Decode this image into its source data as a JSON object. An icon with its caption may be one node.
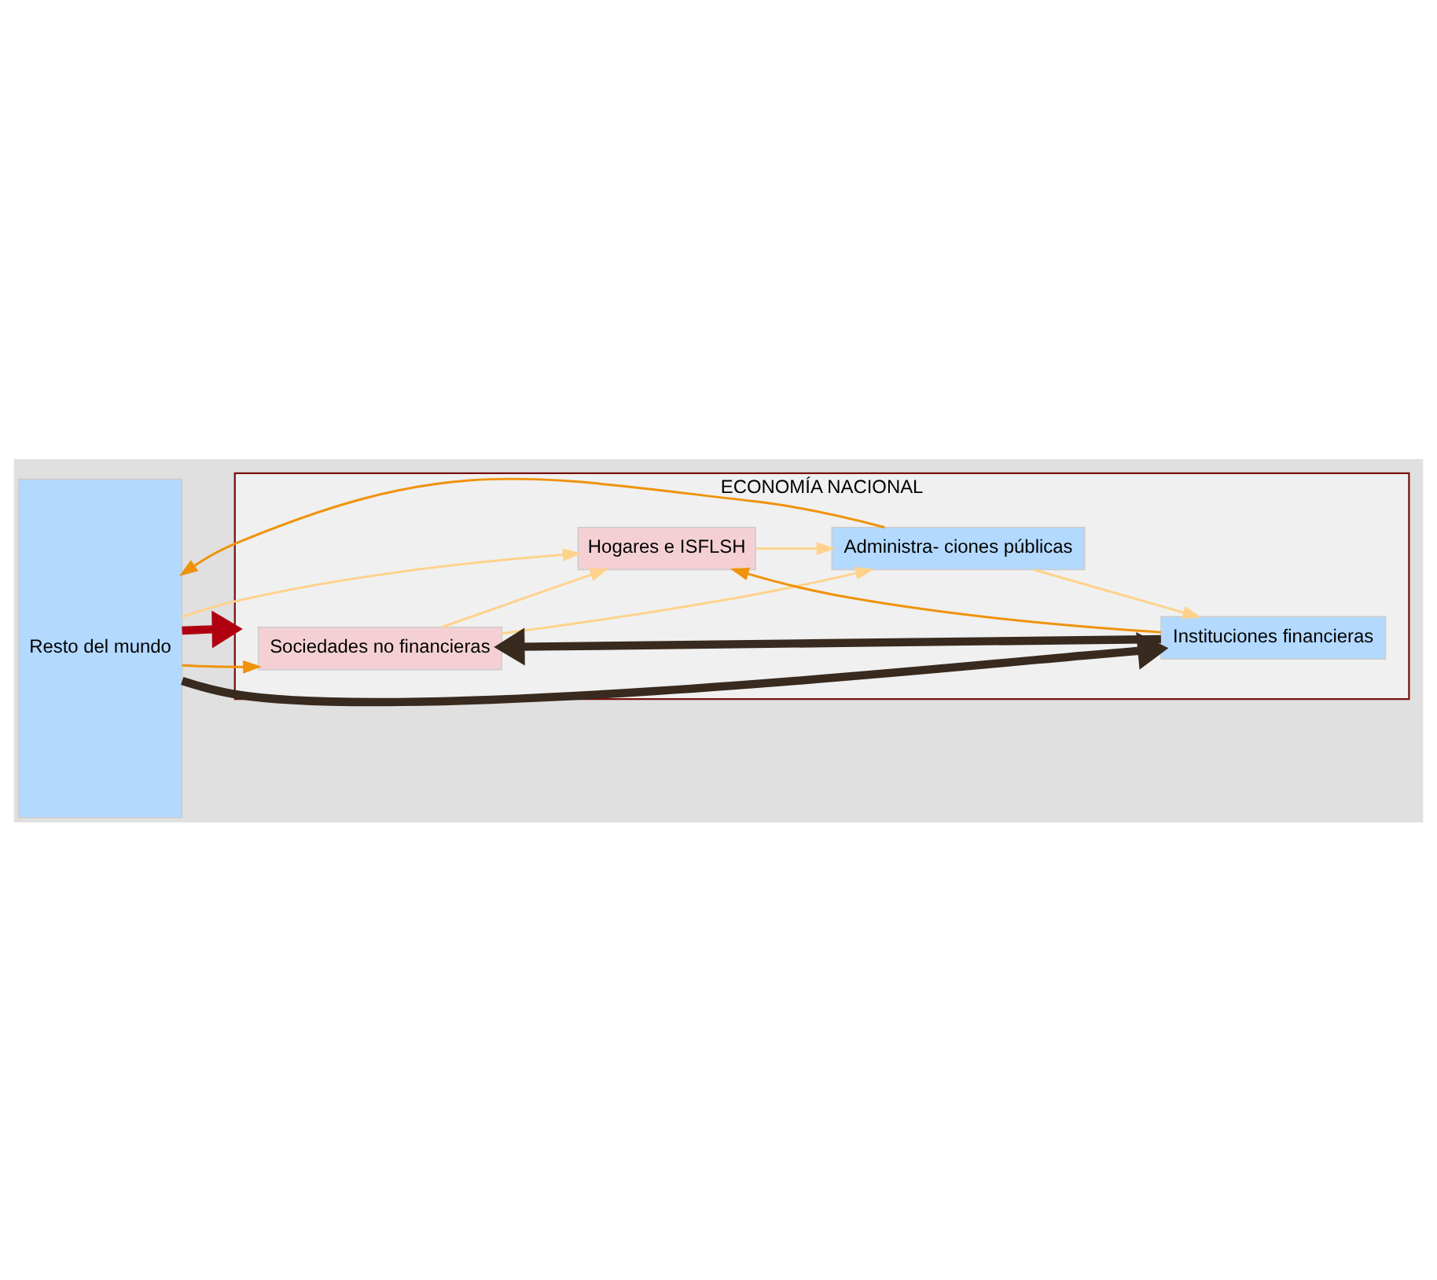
{
  "diagram": {
    "nodes": [
      {
        "text": [
          "Resto del mundo"
        ]
      },
      {
        "text": [
          "ECONOMÍA NACIONAL"
        ]
      },
      {
        "text": [
          "Sociedades no financieras"
        ],
        "in": 1
      },
      {
        "text": [
          "Instituciones financieras"
        ],
        "in": 1
      },
      {
        "text": [
          "Hogares e ISFLSH"
        ],
        "in": 1
      },
      {
        "text": [
          "Administra- ciones públicas"
        ],
        "in": 1
      }
    ],
    "edges": [
      {
        "from": 0,
        "to": 2,
        "arrow": "to",
        "color": "#f0920a"
      },
      {
        "from": 3,
        "to": 2,
        "arrow": "to",
        "style": "thick",
        "color": "#382a1e"
      },
      {
        "from": 0,
        "to": 3,
        "arrow": "to",
        "style": "thick",
        "color": "#382a1e"
      },
      {
        "from": 3,
        "to": 4,
        "arrow": "to",
        "color": "#f0920a"
      },
      {
        "from": 2,
        "to": 4,
        "arrow": "to"
      },
      {
        "from": 2,
        "to": 5,
        "arrow": "to"
      },
      {
        "from": 0,
        "to": 4,
        "arrow": "to"
      },
      {
        "from": 5,
        "to": 3,
        "arrow": "to"
      },
      {
        "from": 4,
        "to": 5,
        "arrow": "to"
      },
      {
        "from": 5,
        "to": 0,
        "arrow": "to",
        "color": "#f0920a"
      },
      {
        "from": 0,
        "to": 1,
        "arrow": "to",
        "style": "thick",
        "color": "#b00010"
      }
    ]
  }
}
